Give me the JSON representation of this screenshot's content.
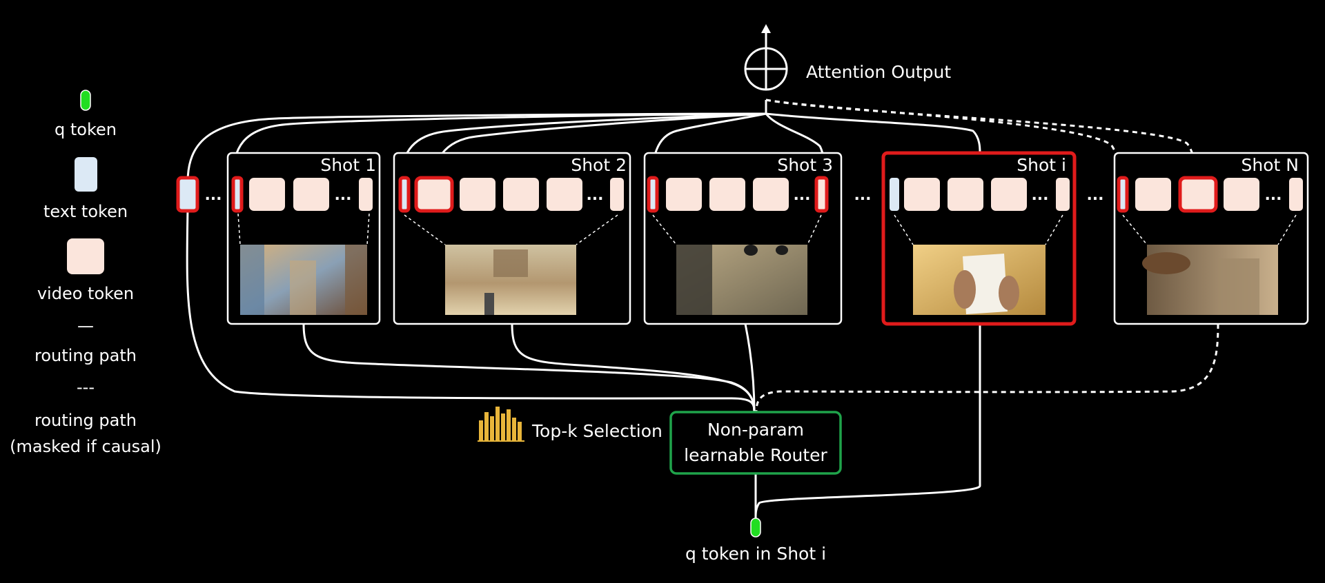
{
  "legend": {
    "q_token": "q token",
    "text_token": "text token",
    "video_token": "video token",
    "routing_path_symbol": "—",
    "routing_path": "routing path",
    "routing_masked_symbol": "---",
    "routing_masked_line1": "routing path",
    "routing_masked_line2": "(masked if causal)"
  },
  "shots": [
    {
      "label": "Shot 1",
      "selected": false
    },
    {
      "label": "Shot 2",
      "selected": false
    },
    {
      "label": "Shot 3",
      "selected": false
    },
    {
      "label": "Shot i",
      "selected": true
    },
    {
      "label": "Shot N",
      "selected": false
    }
  ],
  "ellipsis": "...",
  "attention_output": "Attention Output",
  "topk_label": "Top-k Selection",
  "router_line1": "Non-param",
  "router_line2": "learnable Router",
  "q_token_label": "q token in Shot i",
  "colors": {
    "selected": "#e01b1b",
    "router": "#1fa34a",
    "q_token": "#22dd22",
    "video_token": "#fbe5dc",
    "text_token": "#dce9f5",
    "chart_icon": "#e8b53a"
  },
  "icons": {
    "sum": "circle-plus-icon",
    "topk": "bar-chart-icon"
  }
}
